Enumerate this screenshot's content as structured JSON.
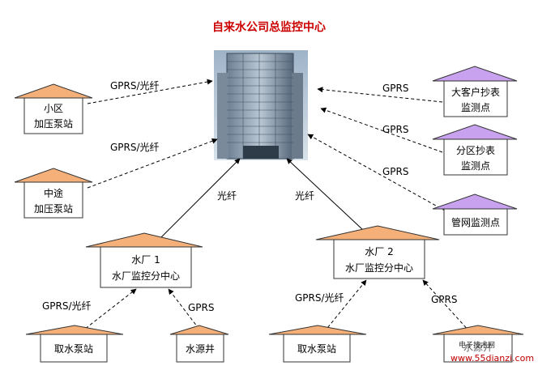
{
  "title": "自来水公司总监控中心",
  "colors": {
    "title": "#cc0000",
    "roof_orange": "#f5b07a",
    "roof_purple": "#c8a2ee",
    "box_border": "#333333",
    "line": "#000000"
  },
  "nodes": {
    "pump_community": {
      "line1": "小区",
      "line2": "加压泵站"
    },
    "pump_midway": {
      "line1": "中途",
      "line2": "加压泵站"
    },
    "big_customer": {
      "line1": "大客户抄表",
      "line2": "监测点"
    },
    "district_meter": {
      "line1": "分区抄表",
      "line2": "监测点"
    },
    "pipe_network": {
      "line1": "管网监测点"
    },
    "plant1": {
      "line1": "水厂 1",
      "line2": "水厂监控分中心"
    },
    "plant2": {
      "line1": "水厂 2",
      "line2": "水厂监控分中心"
    },
    "intake1": {
      "line1": "取水泵站"
    },
    "well": {
      "line1": "水源井"
    },
    "intake2": {
      "line1": "取水泵站"
    },
    "partial_node": {
      "line1": "水源井"
    }
  },
  "links": {
    "community": "GPRS/光纤",
    "midway": "GPRS/光纤",
    "big_customer": "GPRS",
    "district": "GPRS",
    "pipe": "GPRS",
    "plant1_up": "光纤",
    "plant2_up": "光纤",
    "intake1": "GPRS/光纤",
    "well": "GPRS",
    "intake2": "GPRS/光纤",
    "partial": "GPRS"
  },
  "watermark": {
    "site": "www.55dianzi.com",
    "brand": "电子技术网"
  }
}
